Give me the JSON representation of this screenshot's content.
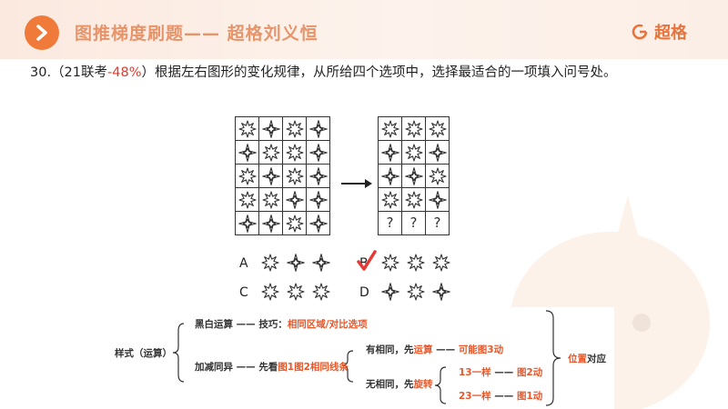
{
  "header": {
    "title": "图推梯度刷题—— 超格刘义恒",
    "brand": "超格",
    "colors": {
      "accent": "#f07a3a",
      "title": "#e8946a"
    }
  },
  "question": {
    "prefix": "30.（21联考",
    "percent": "-48%",
    "suffix": "）根据左右图形的变化规律，从所给四个选项中，选择最适合的一项填入问号处。"
  },
  "figure": {
    "left_grid": [
      [
        "star8",
        "cross4",
        "star8",
        "cross4"
      ],
      [
        "cross4",
        "star8",
        "star8",
        "cross4"
      ],
      [
        "star8",
        "cross4",
        "star8",
        "cross4"
      ],
      [
        "star8",
        "star8",
        "cross4",
        "cross4"
      ],
      [
        "cross4",
        "cross4",
        "star8",
        "cross4"
      ]
    ],
    "right_grid": [
      [
        "star8",
        "star8",
        "star8"
      ],
      [
        "cross4",
        "star8",
        "cross4"
      ],
      [
        "cross4",
        "cross4",
        "star8"
      ],
      [
        "star8",
        "star8",
        "cross4"
      ],
      [
        "?",
        "?",
        "?"
      ]
    ],
    "options": [
      {
        "label": "A",
        "symbols": [
          "star8",
          "cross4",
          "cross4"
        ]
      },
      {
        "label": "B",
        "symbols": [
          "star8",
          "star8",
          "star8"
        ]
      },
      {
        "label": "C",
        "symbols": [
          "star8",
          "star8",
          "star8"
        ]
      },
      {
        "label": "D",
        "symbols": [
          "cross4",
          "star8",
          "cross4"
        ]
      }
    ],
    "correct": "B",
    "check_color": "#e53935"
  },
  "mindmap": {
    "root": "样式（运算）",
    "branch1": "黑白运算",
    "dash1": "——",
    "tip_prefix": "技巧：",
    "tip_value": "相同区域/对比选项",
    "branch2": "加减同异",
    "dash2": "——",
    "step_prefix": "先看",
    "step_value": "图1图2相同线条",
    "has_same": "有相同，先",
    "op_calc": "运算",
    "dash3": "——",
    "maybe": "可能图3动",
    "no_same": "无相同，先",
    "op_rotate": "旋转",
    "case1": "13一样",
    "dash4": "——",
    "result1": "图2动",
    "case2": "23一样",
    "dash5": "——",
    "result2": "图1动",
    "conclusion_red": "位置",
    "conclusion_rest": "对应"
  }
}
